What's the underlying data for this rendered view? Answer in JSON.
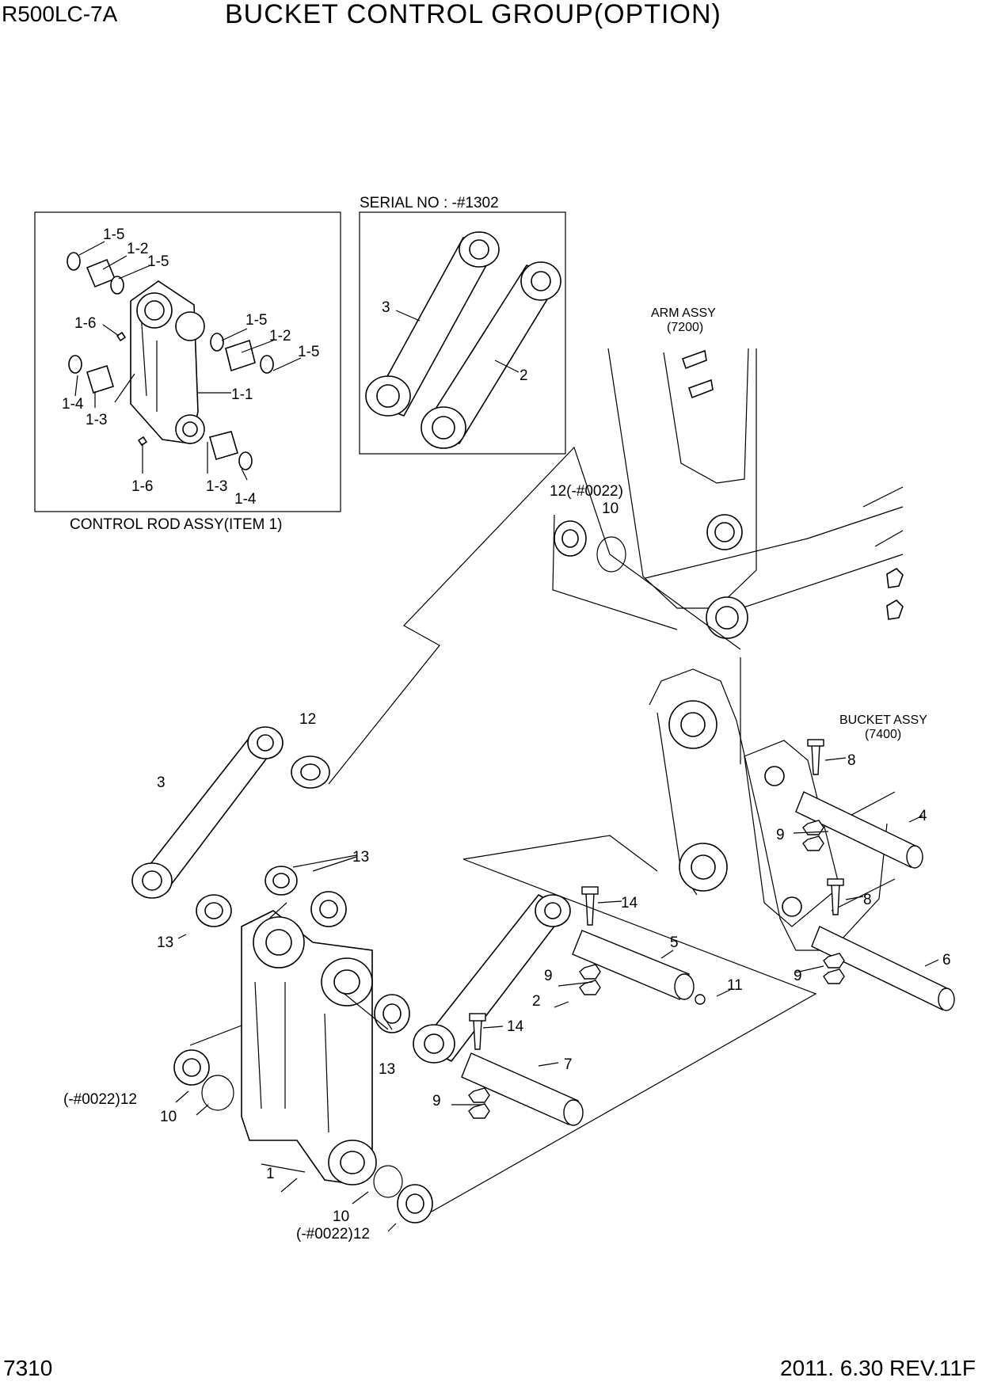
{
  "header": {
    "model": "R500LC-7A",
    "title": "BUCKET CONTROL  GROUP(OPTION)"
  },
  "footer": {
    "page_number": "7310",
    "revision": "2011. 6.30  REV.11F"
  },
  "insets": {
    "control_rod": {
      "caption": "CONTROL ROD ASSY(ITEM 1)",
      "labels": [
        "1-5",
        "1-2",
        "1-5",
        "1-6",
        "1-5",
        "1-2",
        "1-5",
        "1-1",
        "1-4",
        "1-3",
        "1-6",
        "1-3",
        "1-4"
      ]
    },
    "serial": {
      "caption": "SERIAL NO : -#1302",
      "labels": [
        "3",
        "2"
      ]
    }
  },
  "references": {
    "arm": {
      "name": "ARM ASSY",
      "code": "(7200)"
    },
    "bucket": {
      "name": "BUCKET ASSY",
      "code": "(7400)"
    }
  },
  "callouts": {
    "c12_top": "12(-#0022)",
    "c10_top": "10",
    "c12_mid": "12",
    "c3": "3",
    "c13_a": "13",
    "c13_b": "13",
    "c13_c": "13",
    "c14_a": "14",
    "c5": "5",
    "c9_a": "9",
    "c2": "2",
    "c14_b": "14",
    "c11": "11",
    "c7": "7",
    "c9_b": "9",
    "c12_left": "(-#0022)12",
    "c10_left": "10",
    "c1": "1",
    "c10_bot": "10",
    "c12_bot": "(-#0022)12",
    "c8_a": "8",
    "c4": "4",
    "c9_c": "9",
    "c8_b": "8",
    "c6": "6",
    "c9_d": "9"
  }
}
